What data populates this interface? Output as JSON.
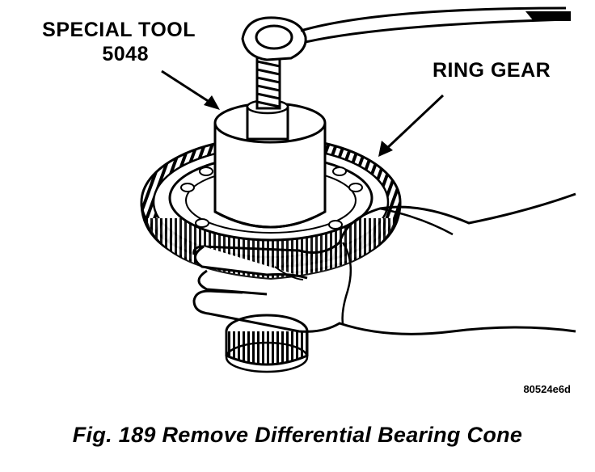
{
  "callouts": {
    "special_tool_line1": "SPECIAL TOOL",
    "special_tool_line2": "5048",
    "ring_gear": "RING GEAR"
  },
  "figure": {
    "id": "80524e6d",
    "caption": "Fig. 189 Remove Differential Bearing Cone"
  },
  "colors": {
    "ink": "#000000",
    "paper": "#ffffff"
  }
}
